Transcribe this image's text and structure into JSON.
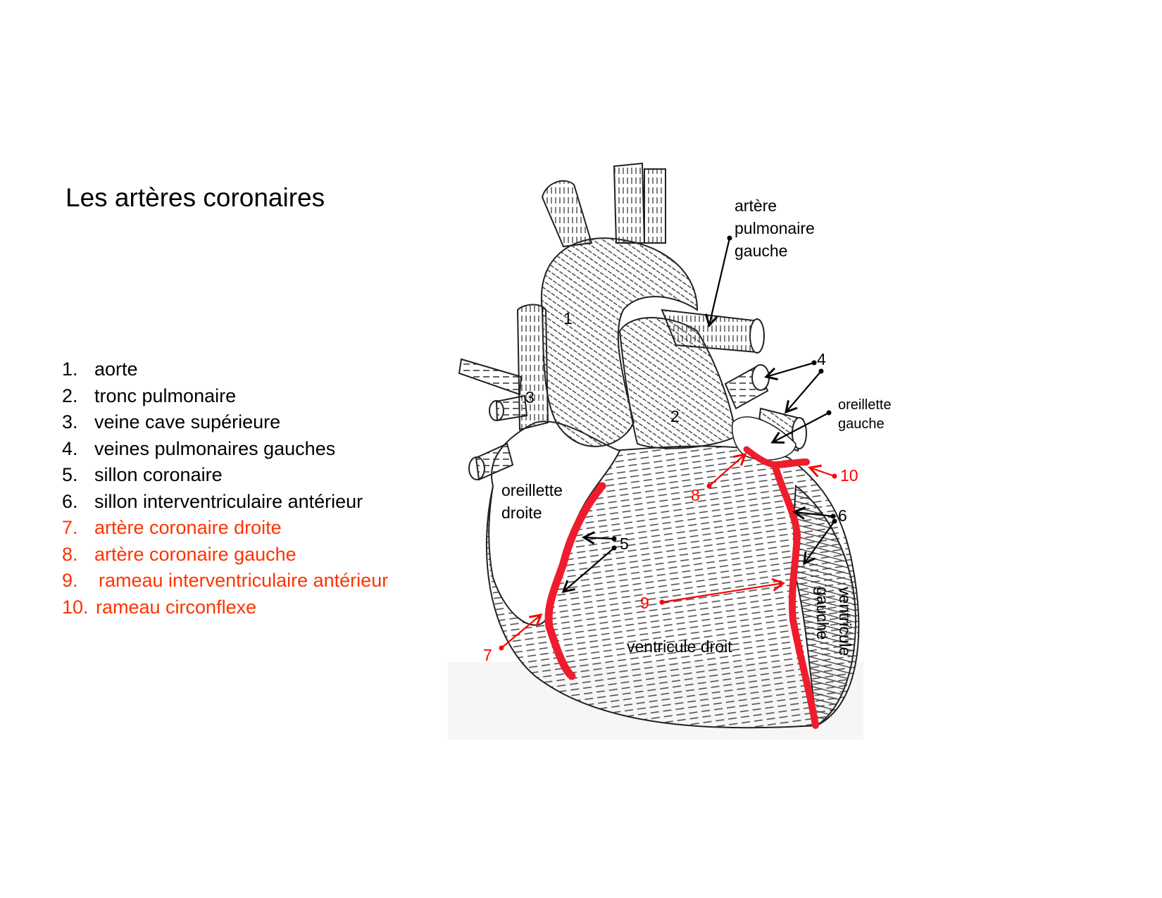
{
  "title": "Les artères coronaires",
  "colors": {
    "text": "#000000",
    "highlight_legend": "#ff3300",
    "artery_red": "#ff0000",
    "background": "#ffffff"
  },
  "legend": [
    {
      "num": "1.",
      "label": "aorte",
      "color": "black"
    },
    {
      "num": "2.",
      "label": "tronc pulmonaire",
      "color": "black"
    },
    {
      "num": "3.",
      "label": "veine cave supérieure",
      "color": "black"
    },
    {
      "num": "4.",
      "label": "veines pulmonaires gauches",
      "color": "black"
    },
    {
      "num": "5.",
      "label": "sillon coronaire",
      "color": "black"
    },
    {
      "num": "6.",
      "label": "sillon interventriculaire antérieur",
      "color": "black"
    },
    {
      "num": "7.",
      "label": "artère coronaire droite",
      "color": "red"
    },
    {
      "num": "8.",
      "label": "artère coronaire gauche",
      "color": "red"
    },
    {
      "num": "9.",
      "label": "rameau interventriculaire antérieur",
      "color": "red"
    },
    {
      "num": "10.",
      "label": "rameau circonflexe",
      "color": "red"
    }
  ],
  "diagram": {
    "numbers": {
      "n1": "1",
      "n2": "2",
      "n3": "3",
      "n4": "4",
      "n5": "5",
      "n6": "6",
      "n7": "7",
      "n8": "8",
      "n9": "9",
      "n10": "10"
    },
    "region_labels": {
      "arterie_pulmonaire_gauche": [
        "artère",
        "pulmonaire",
        "gauche"
      ],
      "oreillette_gauche": [
        "oreillette",
        "gauche"
      ],
      "oreillette_droite": [
        "oreillette",
        "droite"
      ],
      "ventricule_droit": "ventricule droit",
      "ventricule_gauche": [
        "ventricule",
        "gauche"
      ]
    }
  }
}
